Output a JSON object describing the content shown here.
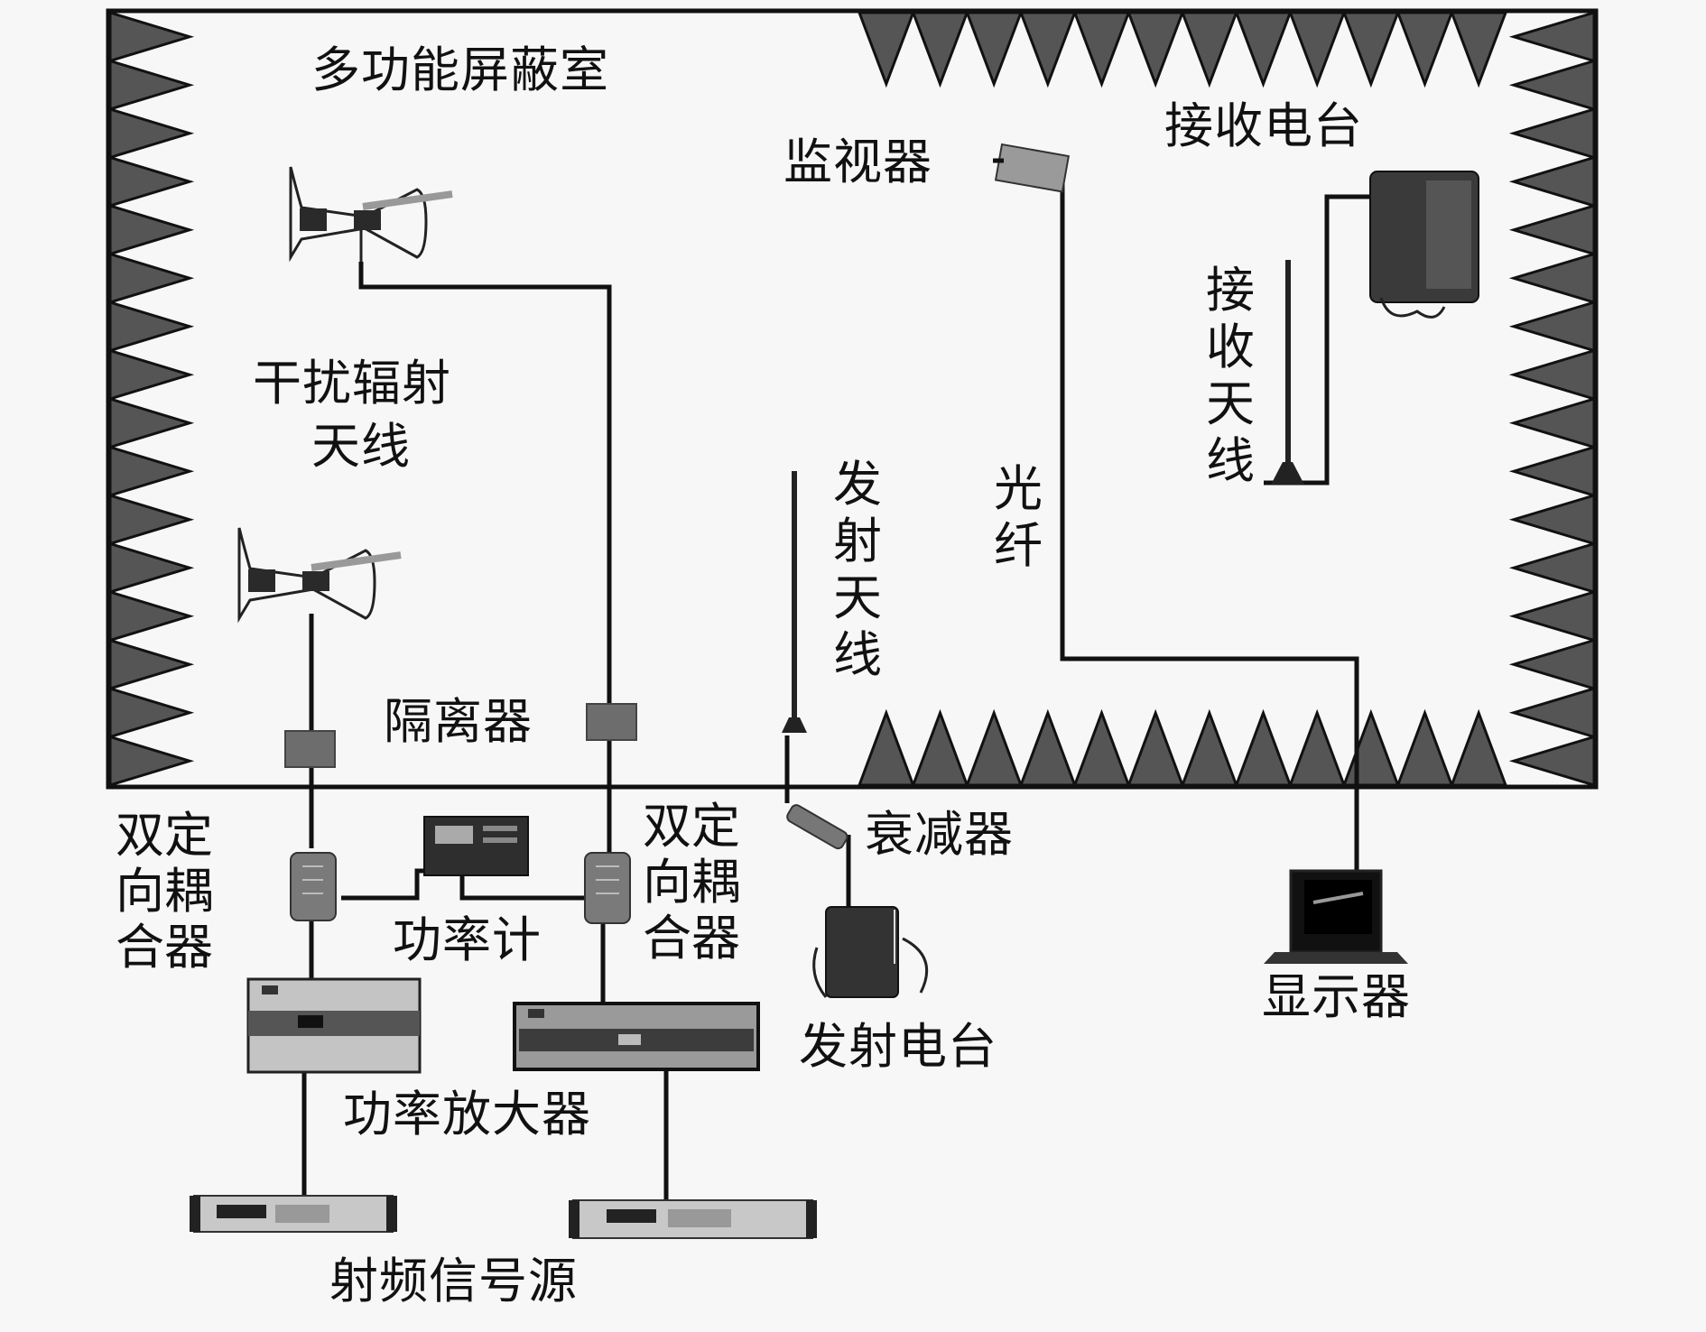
{
  "room": {
    "title": "多功能屏蔽室"
  },
  "labels": {
    "interference_antenna": [
      "干扰辐射",
      "天线"
    ],
    "isolator": "隔离器",
    "monitor_camera": "监视器",
    "receive_radio": "接收电台",
    "receive_antenna": "接收天线",
    "transmit_antenna": "发射天线",
    "optical_fiber": "光纤",
    "attenuator": "衰减器",
    "transmit_radio": "发射电台",
    "display": "显示器",
    "directional_coupler_left": "双定向耦合器",
    "directional_coupler_right": "双定向耦合器",
    "power_meter": "功率计",
    "power_amplifier": "功率放大器",
    "rf_signal_source": "射频信号源"
  },
  "colors": {
    "absorber": "#555555",
    "line": "#111111",
    "background": "#f7f7f7",
    "device_dark": "#2a2a2a",
    "device_mid": "#7a7a7a",
    "device_light": "#b8b8b8"
  }
}
